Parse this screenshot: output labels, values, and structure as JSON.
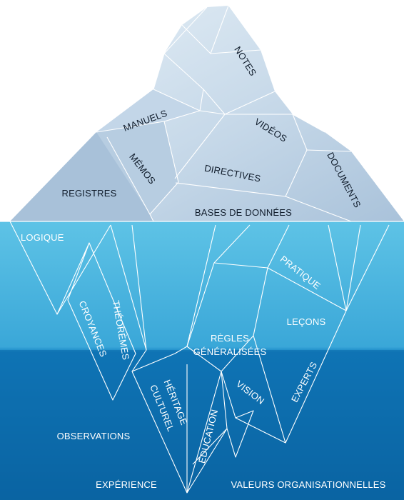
{
  "colors": {
    "water_top": "#4fb9de",
    "water_bottom": "#0b5d9a",
    "ice_light": "#dce9f3",
    "ice_mid": "#bcd2e5",
    "ice_dark": "#9cb8d2",
    "label_dark": "#0f1b2a",
    "label_light": "#ffffff"
  },
  "above_water": {
    "notes": "NOTES",
    "manuels": "MANUELS",
    "videos": "VIDÉOS",
    "memos": "MÉMOS",
    "directives": "DIRECTIVES",
    "documents": "DOCUMENTS",
    "registres": "REGISTRES",
    "bases_de_donnees": "BASES DE DONNÉES"
  },
  "below_water": {
    "logique": "LOGIQUE",
    "pratique": "PRATIQUE",
    "croyances": "CROYANCES",
    "theoremes": "THÉORÈMES",
    "lecons": "LEÇONS",
    "regles_line1": "RÈGLES",
    "regles_line2": "GÉNÉRALISÉES",
    "heritage_line1": "HÉRITAGE",
    "heritage_line2": "CULTUREL",
    "vision": "VISION",
    "experts": "EXPERTS",
    "observations": "OBSERVATIONS",
    "education": "ÉDUCATION",
    "experience": "EXPÉRIENCE",
    "valeurs": "VALEURS ORGANISATIONNELLES"
  }
}
